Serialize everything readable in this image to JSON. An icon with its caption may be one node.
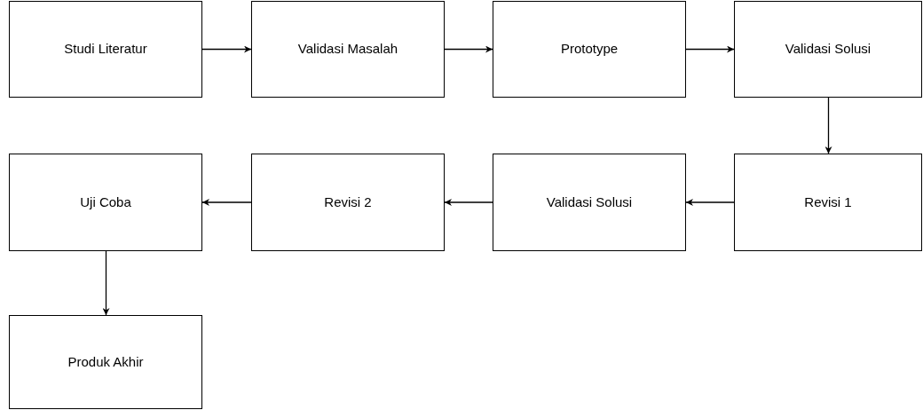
{
  "diagram": {
    "nodes": [
      {
        "text": [
          "Studi Literatur"
        ]
      },
      {
        "text": [
          "Validasi Masalah"
        ]
      },
      {
        "text": [
          "Prototype"
        ]
      },
      {
        "text": [
          "Validasi Solusi"
        ]
      },
      {
        "text": [
          "Uji Coba"
        ]
      },
      {
        "text": [
          "Revisi 2"
        ]
      },
      {
        "text": [
          "Validasi Solusi"
        ]
      },
      {
        "text": [
          "Revisi 1"
        ]
      },
      {
        "text": [
          "Produk Akhir"
        ]
      }
    ],
    "edges": [
      {
        "from": 0,
        "to": 1,
        "arrow": "to"
      },
      {
        "from": 1,
        "to": 2,
        "arrow": "to"
      },
      {
        "from": 2,
        "to": 3,
        "arrow": "to"
      },
      {
        "from": 3,
        "to": 7,
        "arrow": "to"
      },
      {
        "from": 7,
        "to": 6,
        "arrow": "to"
      },
      {
        "from": 6,
        "to": 5,
        "arrow": "to"
      },
      {
        "from": 5,
        "to": 4,
        "arrow": "to"
      },
      {
        "from": 4,
        "to": 8,
        "arrow": "to"
      }
    ]
  }
}
